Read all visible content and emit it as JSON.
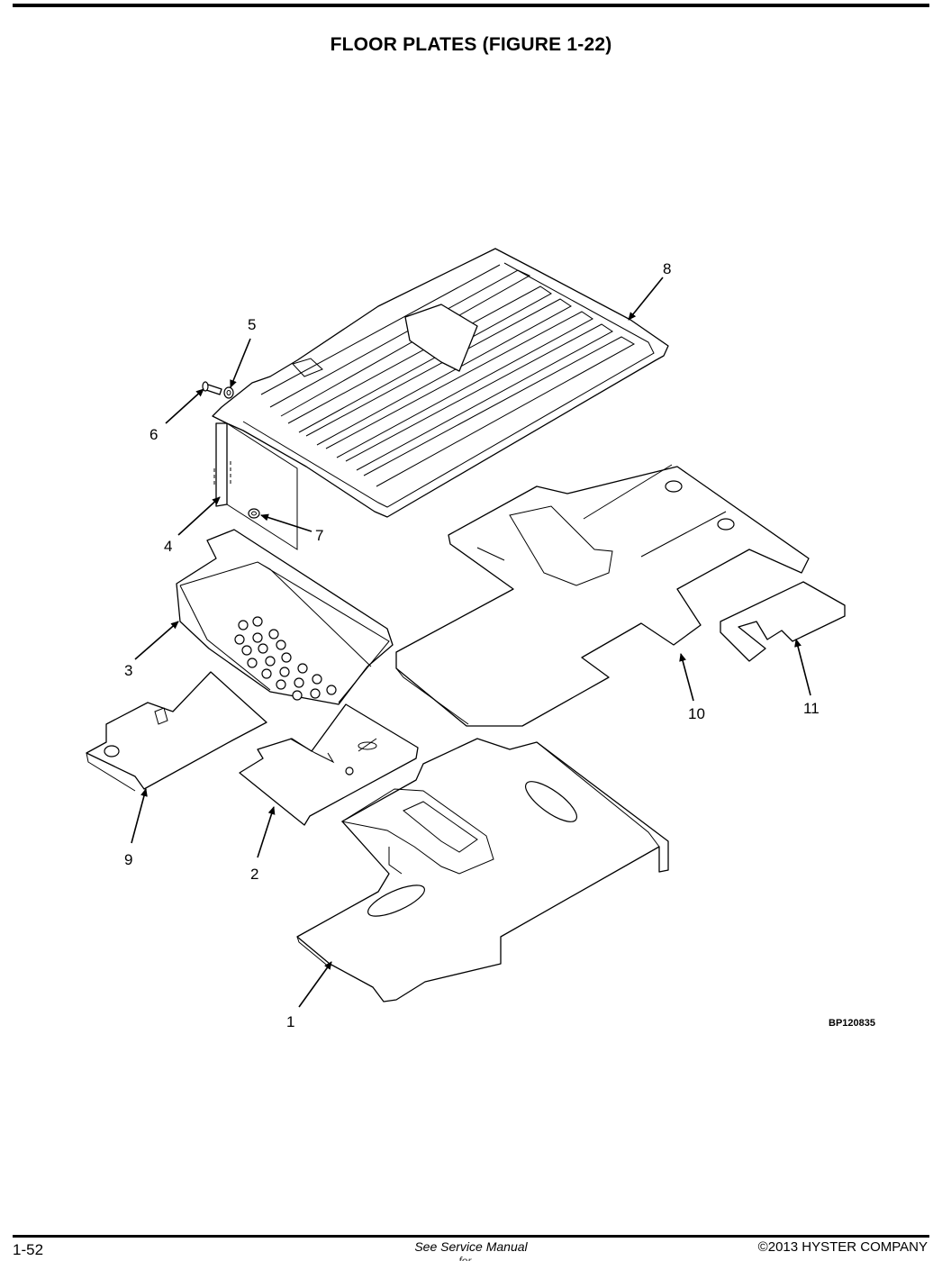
{
  "page": {
    "title": "FLOOR PLATES (FIGURE 1-22)",
    "figure_id": "BP120835",
    "footer": {
      "page_number": "1-52",
      "center_text": "See Service Manual",
      "center_subtext": "for ...",
      "copyright": "©2013 HYSTER COMPANY"
    }
  },
  "callouts": [
    {
      "id": "c1",
      "label": "1"
    },
    {
      "id": "c2",
      "label": "2"
    },
    {
      "id": "c3",
      "label": "3"
    },
    {
      "id": "c4",
      "label": "4"
    },
    {
      "id": "c5",
      "label": "5"
    },
    {
      "id": "c6",
      "label": "6"
    },
    {
      "id": "c7",
      "label": "7"
    },
    {
      "id": "c8",
      "label": "8"
    },
    {
      "id": "c9",
      "label": "9"
    },
    {
      "id": "c10",
      "label": "10"
    },
    {
      "id": "c11",
      "label": "11"
    }
  ]
}
